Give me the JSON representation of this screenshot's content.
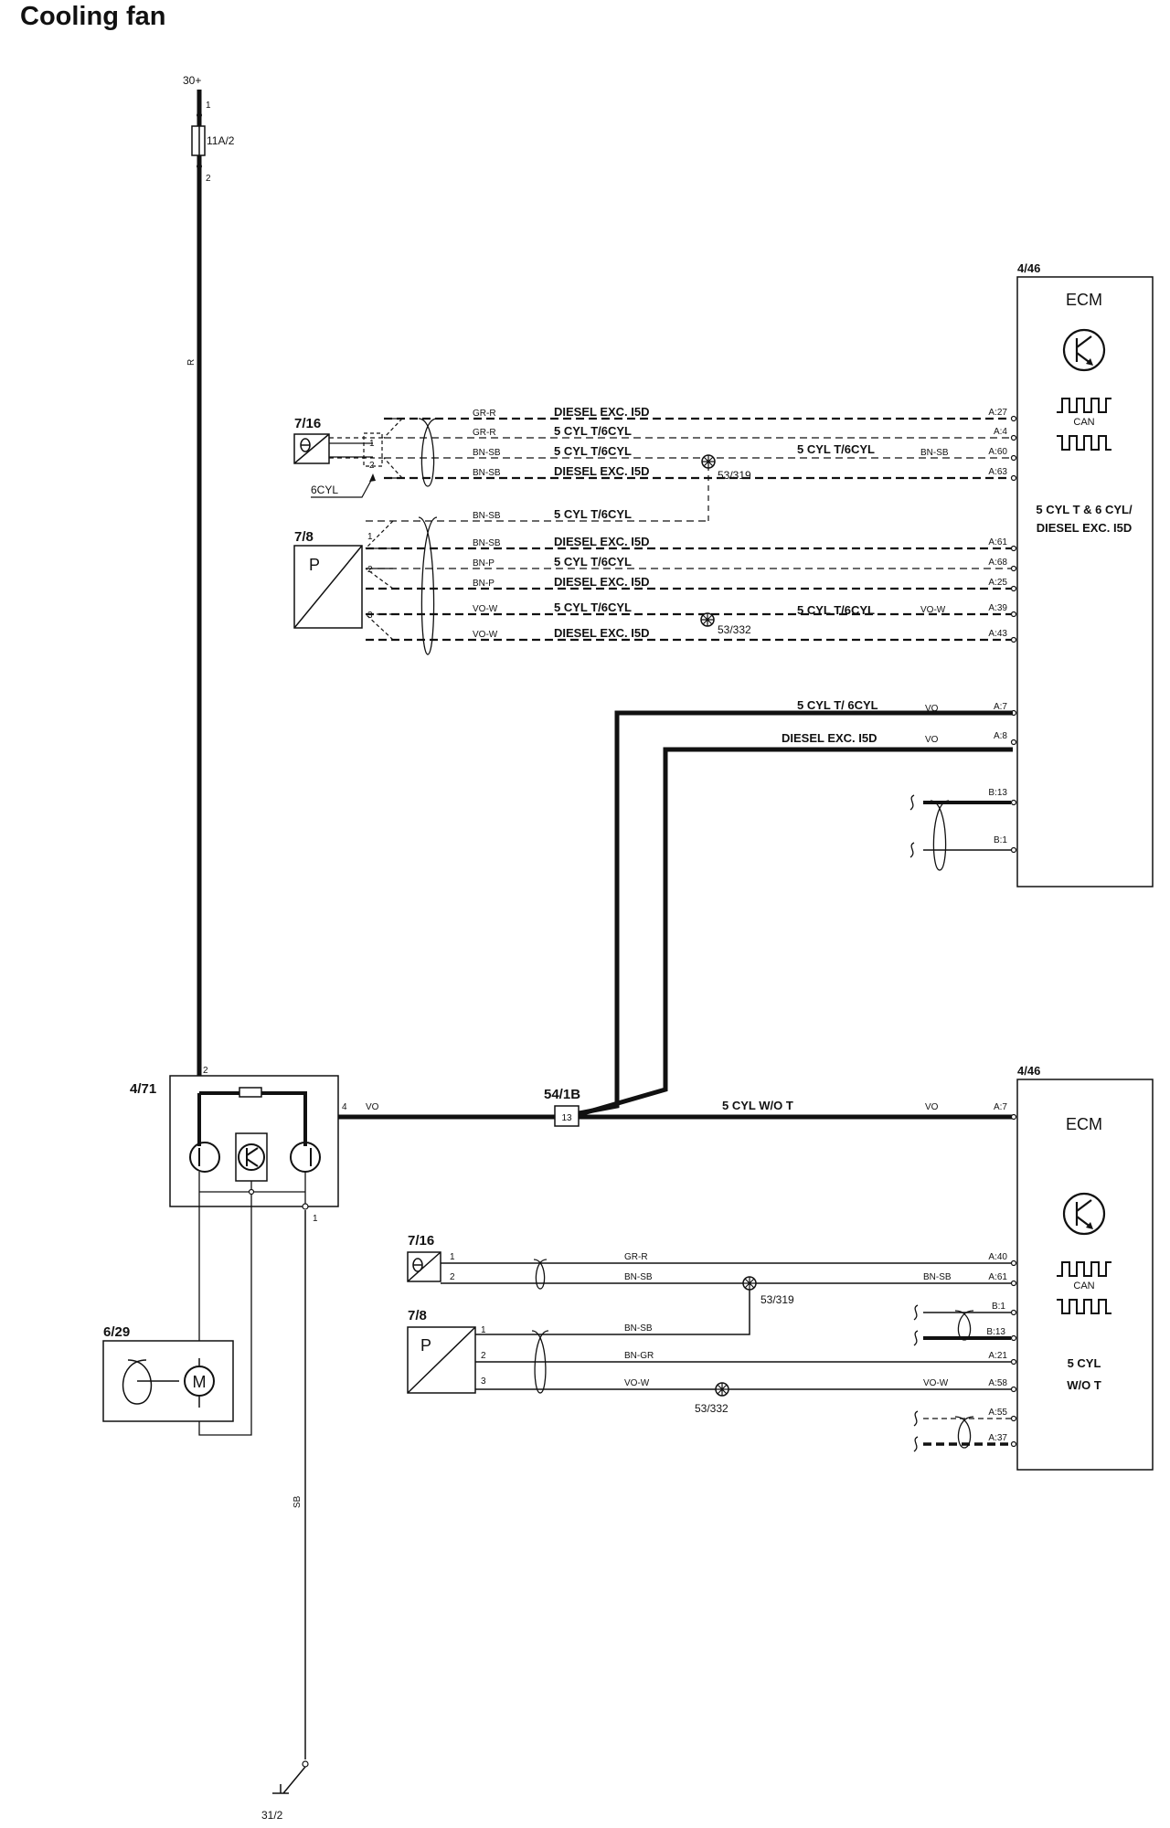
{
  "title": "Cooling fan",
  "power": {
    "supply": "30+",
    "fuse": "11A/2",
    "pin_in": "1",
    "pin_out": "2",
    "wire_color": "R"
  },
  "ground": {
    "name": "31/2",
    "wire_color": "SB"
  },
  "ecm_top": {
    "code": "4/46",
    "name": "ECM",
    "can": "CAN",
    "variant": [
      "5 CYL T & 6 CYL/",
      "DIESEL EXC. I5D"
    ],
    "pins": [
      "A:27",
      "A:4",
      "A:60",
      "A:63",
      "A:61",
      "A:68",
      "A:25",
      "A:39",
      "A:43",
      "A:7",
      "A:8",
      "B:13",
      "B:1"
    ]
  },
  "ecm_bottom": {
    "code": "4/46",
    "name": "ECM",
    "can": "CAN",
    "variant": [
      "5 CYL",
      "W/O T"
    ],
    "pins": [
      "A:7",
      "A:40",
      "A:61",
      "B:1",
      "B:13",
      "A:21",
      "A:58",
      "A:55",
      "A:37"
    ]
  },
  "top_sensor_temp": {
    "code": "7/16",
    "pin1": "1",
    "pin2": "2",
    "note": "6CYL"
  },
  "top_sensor_press": {
    "code": "7/8",
    "symbol": "P",
    "pin1": "1",
    "pin2": "2",
    "pin3": "3"
  },
  "top_wires": [
    {
      "color": "GR-R",
      "variant": "DIESEL EXC. I5D"
    },
    {
      "color": "GR-R",
      "variant": "5 CYL T/6CYL"
    },
    {
      "color": "BN-SB",
      "variant": "5 CYL T/6CYL"
    },
    {
      "color": "BN-SB",
      "variant": "DIESEL EXC. I5D"
    },
    {
      "color": "BN-SB",
      "variant": "5 CYL T/6CYL"
    },
    {
      "color": "BN-SB",
      "variant": "DIESEL EXC. I5D"
    },
    {
      "color": "BN-P",
      "variant": "5 CYL T/6CYL"
    },
    {
      "color": "BN-P",
      "variant": "DIESEL EXC. I5D"
    },
    {
      "color": "VO-W",
      "variant": "5 CYL T/6CYL"
    },
    {
      "color": "VO-W",
      "variant": "DIESEL EXC. I5D"
    }
  ],
  "top_right_labels": [
    {
      "variant": "5 CYL T/6CYL",
      "color": "BN-SB"
    },
    {
      "variant": "5 CYL T/6CYL",
      "color": "VO-W"
    }
  ],
  "splices": {
    "a": "53/319",
    "b": "53/332"
  },
  "signal_wires": [
    {
      "variant": "5 CYL T/ 6CYL",
      "color": "VO"
    },
    {
      "variant": "DIESEL EXC. I5D",
      "color": "VO"
    },
    {
      "variant": "5 CYL W/O T",
      "color": "VO"
    }
  ],
  "connector": {
    "code": "54/1B",
    "pin": "13"
  },
  "fan_control": {
    "code": "4/71",
    "pin_power": "2",
    "pin_signal": "4",
    "pin_ground": "1",
    "signal_color": "VO"
  },
  "fan_motor": {
    "code": "6/29",
    "symbol": "M"
  },
  "bottom_sensor_temp": {
    "code": "7/16",
    "pin1": "1",
    "pin2": "2"
  },
  "bottom_sensor_press": {
    "code": "7/8",
    "symbol": "P",
    "pin1": "1",
    "pin2": "2",
    "pin3": "3"
  },
  "bottom_wires": [
    {
      "color": "GR-R"
    },
    {
      "color": "BN-SB"
    },
    {
      "color": "BN-SB"
    },
    {
      "color": "BN-GR"
    },
    {
      "color": "VO-W"
    }
  ],
  "bottom_right_labels": {
    "a": "BN-SB",
    "b": "VO-W"
  }
}
